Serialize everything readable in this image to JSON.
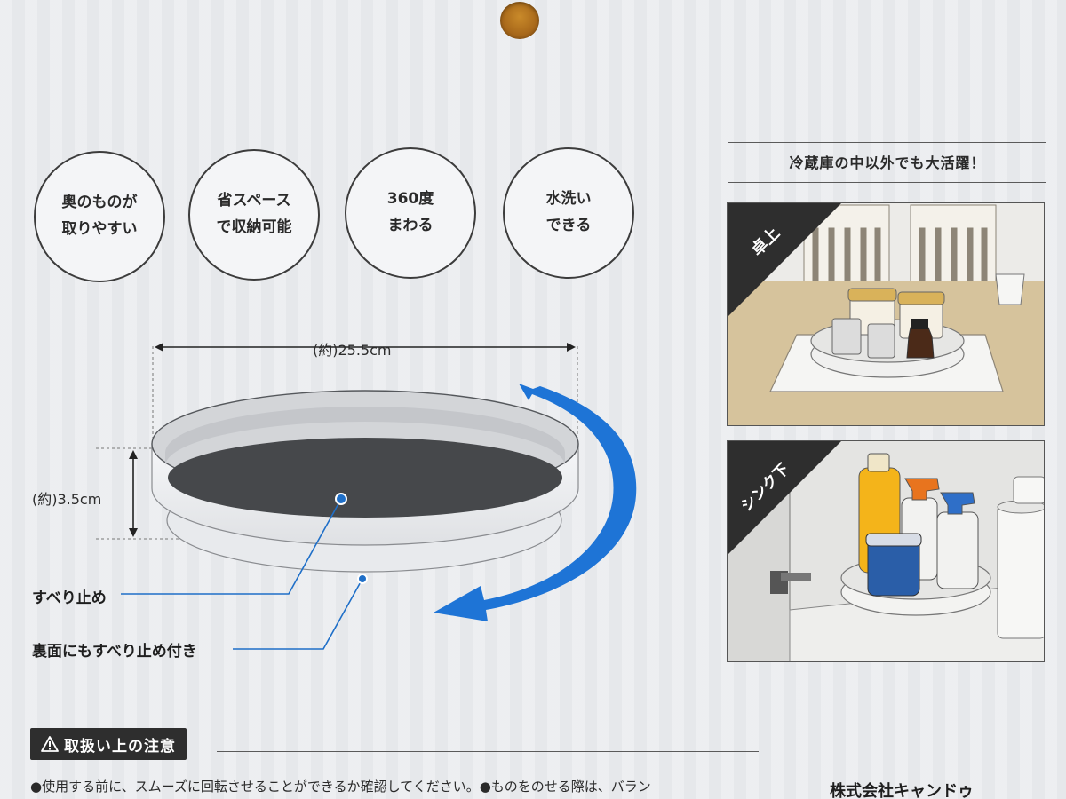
{
  "features": [
    {
      "text": "奥のものが\n取りやすい"
    },
    {
      "text": "省スペース\nで収納可能"
    },
    {
      "text": "360度\nまわる"
    },
    {
      "text": "水洗い\nできる"
    }
  ],
  "dimensions": {
    "width": "(約)25.5cm",
    "height": "(約)3.5cm"
  },
  "callouts": {
    "non_slip": "すべり止め",
    "back_non_slip": "裏面にもすべり止め付き"
  },
  "side": {
    "title": "冷蔵庫の中以外でも大活躍！",
    "panels": [
      {
        "label": "卓上"
      },
      {
        "label": "シンク下"
      }
    ]
  },
  "caution": {
    "heading": "取扱い上の注意",
    "body": "●使用する前に、スムーズに回転させることができるか確認してください。●ものをのせる際は、バラン"
  },
  "company": "株式会社キャンドゥ",
  "colors": {
    "arrow_blue": "#1e74d6",
    "dark_tag": "#2e2e2e"
  }
}
